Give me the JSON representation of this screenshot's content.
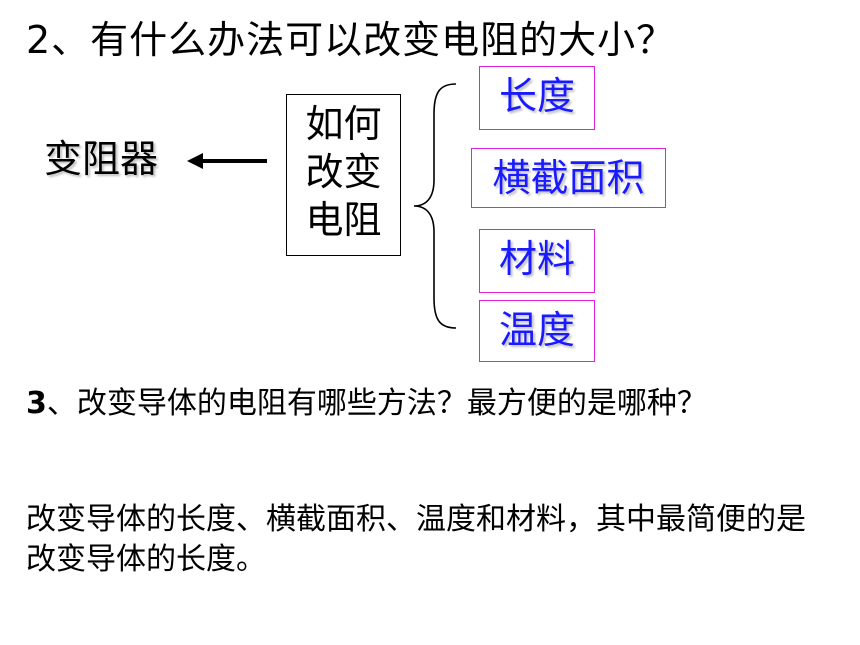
{
  "question2": "2、有什么办法可以改变电阻的大小？",
  "left_label": "变阻器",
  "center_box": {
    "line1": "如何",
    "line2": "改变",
    "line3": "电阻"
  },
  "options": [
    {
      "label": "长度"
    },
    {
      "label": "横截面积"
    },
    {
      "label": "材料"
    },
    {
      "label": "温度"
    }
  ],
  "question3": {
    "number": "3",
    "text": "、改变导体的电阻有哪些方法？最方便的是哪种？"
  },
  "answer": "改变导体的长度、横截面积、温度和材料，其中最简便的是改变导体的长度。",
  "colors": {
    "option_text": "#1a1aff",
    "option_border": "#e020e0"
  }
}
